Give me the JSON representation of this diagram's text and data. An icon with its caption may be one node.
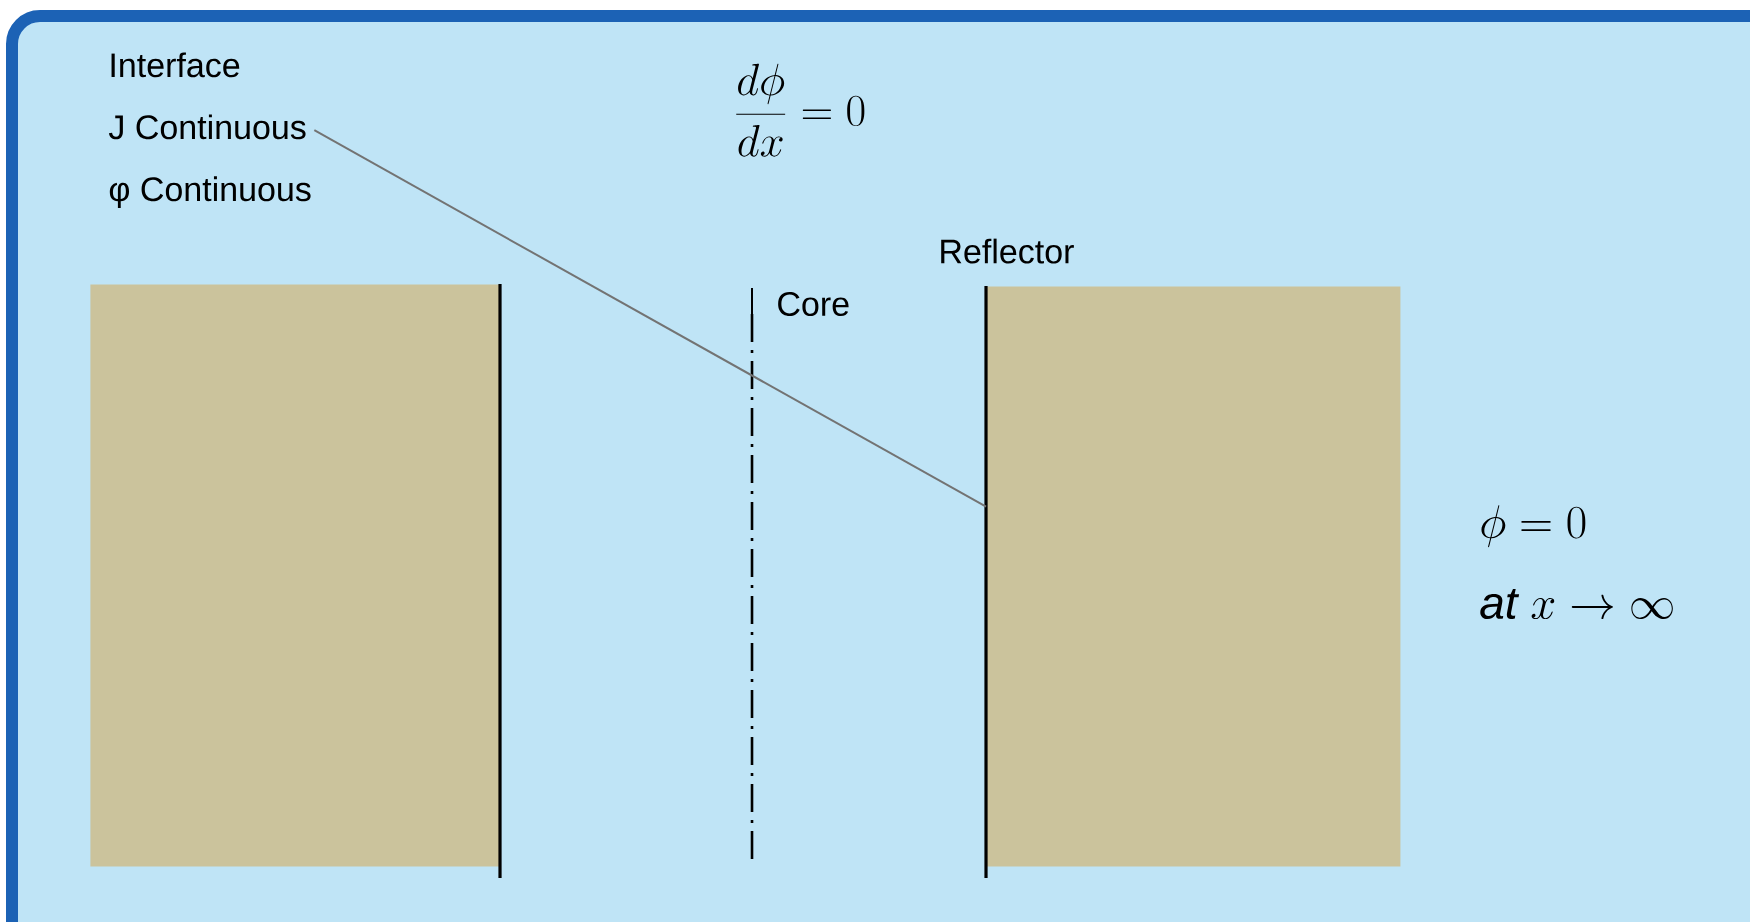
{
  "diagram": {
    "nodes": [
      {
        "text": [
          "Interface",
          "J Continuous",
          "φ Continuous"
        ]
      },
      {
        "text": [],
        "shape": "box"
      },
      {
        "text": [
          "Reflector"
        ]
      }
    ],
    "edges": [
      {
        "from": 0,
        "to": 2,
        "arrow": "none"
      }
    ],
    "labels": [
      "\\frac{d\\phi}{dx}=0",
      "Core",
      "\\phi=0",
      "\\mathit{at}\\ x\\rightarrow\\infty"
    ]
  }
}
